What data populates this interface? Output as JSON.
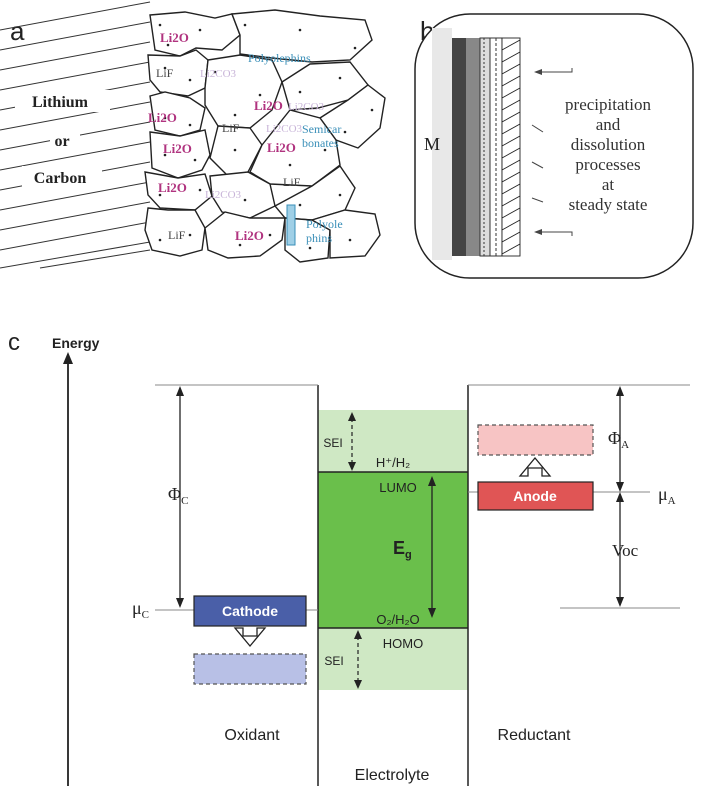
{
  "panel_a": {
    "label": "a",
    "substrate": {
      "line1": "Lithium",
      "line2": "or",
      "line3": "Carbon"
    },
    "grains": [
      "Li2O",
      "Li2O",
      "Li2O",
      "Li2O",
      "Li2O",
      "Li2O",
      "Li2O",
      "LiF",
      "LiF",
      "LiF",
      "LiF"
    ],
    "species": {
      "polyolephins": "Polyolephins",
      "semicarbonates_1": "Semicar",
      "semicarbonates_2": "bonates",
      "polyolephins2_1": "Polyole",
      "polyolephins2_2": "phins",
      "li2co3": "Li2CO3"
    }
  },
  "panel_b": {
    "label": "b",
    "m_label": "M",
    "text": [
      "precipitation",
      "and",
      "dissolution",
      "processes",
      "at",
      "steady state"
    ]
  },
  "panel_c": {
    "label": "c",
    "y_axis": "Energy",
    "phi_c": "Φ",
    "phi_c_sub": "C",
    "phi_a": "Φ",
    "phi_a_sub": "A",
    "mu_c": "μ",
    "mu_c_sub": "C",
    "mu_a": "μ",
    "mu_a_sub": "A",
    "voc": "Voc",
    "eg": "E",
    "eg_sub": "g",
    "sei_top": "SEI",
    "sei_bottom": "SEI",
    "h_couple": "H⁺/H₂",
    "o_couple": "O₂/H₂O",
    "lumo": "LUMO",
    "homo": "HOMO",
    "cathode": "Cathode",
    "anode": "Anode",
    "oxidant": "Oxidant",
    "reductant": "Reductant",
    "electrolyte": "Electrolyte",
    "colors": {
      "cathode": "#4a5fa8",
      "cathode_ghost": "#b8c0e6",
      "anode": "#e05555",
      "anode_ghost": "#f7c4c4",
      "band_gap": "#6abf4b",
      "sei": "#cfe8c4"
    }
  }
}
